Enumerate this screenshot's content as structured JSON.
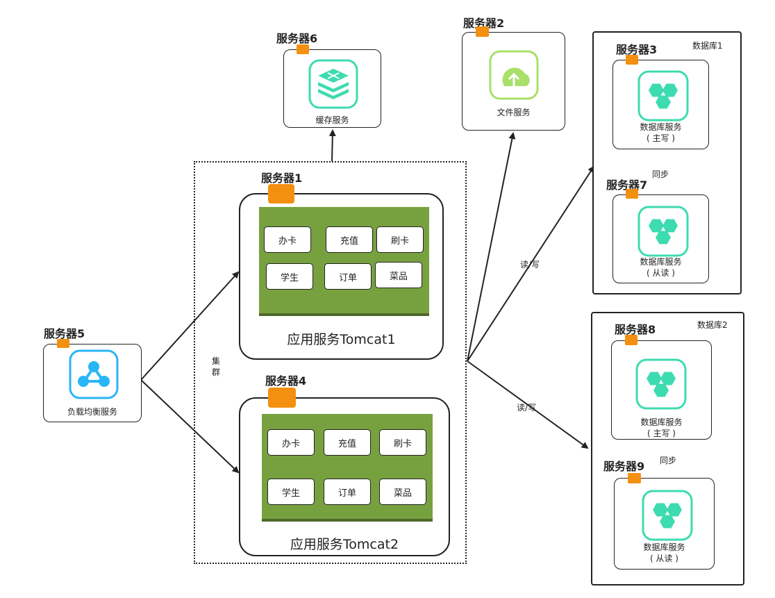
{
  "servers": {
    "s1": "服务器1",
    "s2": "服务器2",
    "s3": "服务器3",
    "s4": "服务器4",
    "s5": "服务器5",
    "s6": "服务器6",
    "s7": "服务器7",
    "s8": "服务器8",
    "s9": "服务器9"
  },
  "services": {
    "cache": "缓存服务",
    "file": "文件服务",
    "lb": "负载均衡服务",
    "db": "数据库服务",
    "master": "( 主写 )",
    "slave": "( 从读 )"
  },
  "tomcat1": {
    "title": "应用服务Tomcat1",
    "modules": [
      "办卡",
      "充值",
      "刷卡",
      "学生",
      "订单",
      "菜品"
    ]
  },
  "tomcat2": {
    "title": "应用服务Tomcat2",
    "modules": [
      "办卡",
      "充值",
      "刷卡",
      "学生",
      "订单",
      "菜品"
    ]
  },
  "cluster": {
    "line1": "集",
    "line2": "群"
  },
  "db1": {
    "label": "数据库1",
    "sync": "同步"
  },
  "db2": {
    "label": "数据库2",
    "sync": "同步"
  },
  "edges": {
    "rw1": "读/写",
    "rw2": "读/写"
  },
  "colors": {
    "accent_orange": "#f39010",
    "module_green": "#77a13f",
    "icon_teal": "#3ddbb0",
    "icon_blue": "#29b6f6",
    "icon_lime": "#a8e06a"
  },
  "icons": {
    "cache": "stack-layers-icon",
    "file": "cloud-upload-icon",
    "lb": "network-share-icon",
    "db": "hexagon-cluster-icon"
  }
}
